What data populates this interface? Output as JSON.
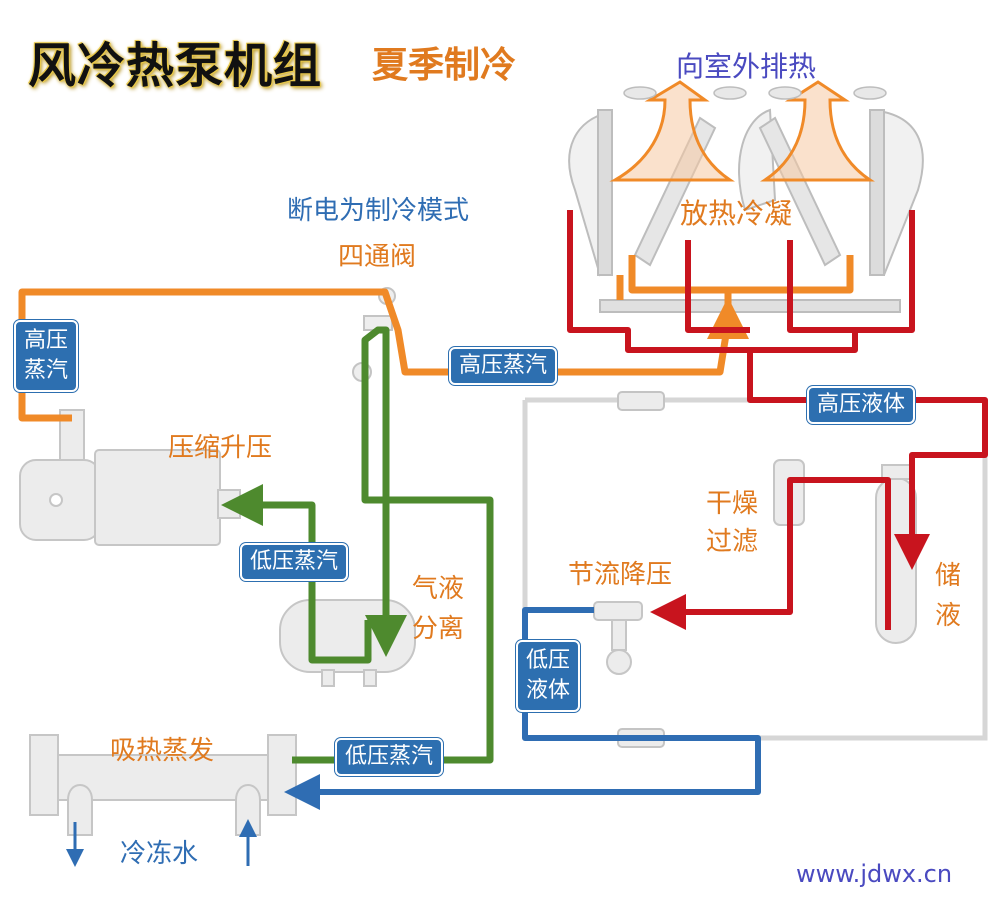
{
  "title": "风冷热泵机组",
  "subtitle": "夏季制冷",
  "labels": {
    "exhaust": "向室外排热",
    "mode": "断电为制冷模式",
    "valve": "四通阀",
    "condense": "放热冷凝",
    "compress": "压缩升压",
    "dryer_line1": "干燥",
    "dryer_line2": "过滤",
    "throttle": "节流降压",
    "receiver_line1": "储",
    "receiver_line2": "液",
    "separator_line1": "气液",
    "separator_line2": "分离",
    "evaporate": "吸热蒸发",
    "chilled_water": "冷冻水",
    "website": "www.jdwx.cn"
  },
  "tags": {
    "hp_vapor_left": "高压蒸汽",
    "hp_vapor_mid": "高压蒸汽",
    "hp_liquid": "高压液体",
    "lp_vapor_compressor": "低压蒸汽",
    "lp_liquid": "低压液体",
    "lp_vapor_evap": "低压蒸汽"
  },
  "colors": {
    "high_pressure_vapor": "#f08a28",
    "high_pressure_liquid": "#c8141e",
    "low_pressure_vapor": "#4e8a2e",
    "low_pressure_liquid": "#2f6db3",
    "equipment": "#e6e6e6",
    "tag_bg": "#2d6fb0"
  }
}
